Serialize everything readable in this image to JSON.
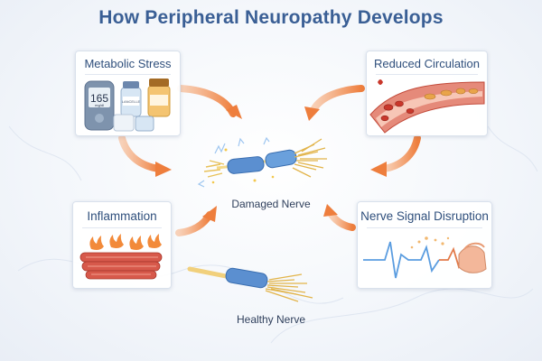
{
  "title": "How Peripheral Neuropathy Develops",
  "cards": {
    "metabolic_stress": {
      "label": "Metabolic Stress",
      "meter_value": "165",
      "meter_unit": "mg/dl",
      "bottle_label": "LANCELLE"
    },
    "reduced_circulation": {
      "label": "Reduced Circulation"
    },
    "inflammation": {
      "label": "Inflammation"
    },
    "nerve_signal_disruption": {
      "label": "Nerve Signal Disruption"
    }
  },
  "nerves": {
    "damaged": "Damaged Nerve",
    "healthy": "Healthy Nerve"
  },
  "colors": {
    "title": "#3a5f95",
    "arrow": "#f08a4b",
    "myelin": "#5b8fd0",
    "axon": "#e7c46f"
  }
}
